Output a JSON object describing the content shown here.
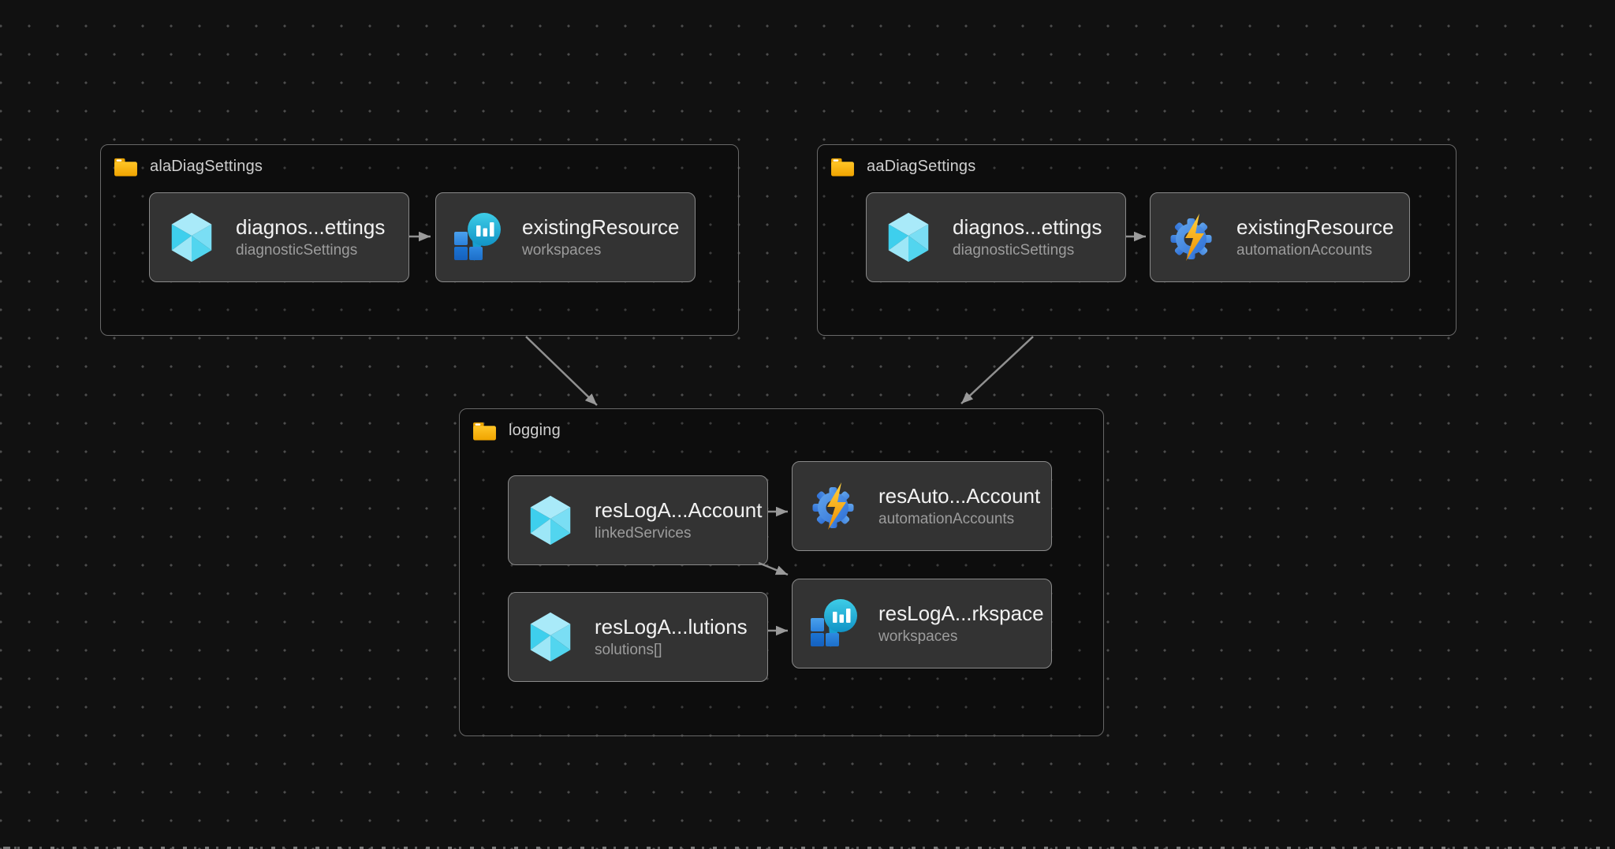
{
  "canvas": {
    "background": "#111111",
    "grid_dot_color": "#4d4d4d",
    "edge_color": "#959595"
  },
  "colors": {
    "group_border": "#686868",
    "group_label": "#cfcfcf",
    "node_background": "#333333",
    "node_border": "#8a8a8a",
    "node_title": "#f2f2f2",
    "node_subtitle": "#9c9c9c",
    "folder_yellow": "#f7b410",
    "cube_cyan": "#55d6f0",
    "workspace_teal": "#29b8dd",
    "square_blue": "#2d88e4",
    "gear_blue": "#3b82dc",
    "bolt_yellow": "#ffc62e"
  },
  "groups": [
    {
      "label": "alaDiagSettings",
      "icon": "folder-icon",
      "nodes": [
        {
          "title": "diagnos...ettings",
          "subtitle": "diagnosticSettings",
          "icon": "resource-cube-icon"
        },
        {
          "title": "existingResource",
          "subtitle": "workspaces",
          "icon": "log-analytics-workspaces-icon"
        }
      ]
    },
    {
      "label": "aaDiagSettings",
      "icon": "folder-icon",
      "nodes": [
        {
          "title": "diagnos...ettings",
          "subtitle": "diagnosticSettings",
          "icon": "resource-cube-icon"
        },
        {
          "title": "existingResource",
          "subtitle": "automationAccounts",
          "icon": "automation-account-icon"
        }
      ]
    },
    {
      "label": "logging",
      "icon": "folder-icon",
      "nodes": [
        {
          "title": "resLogA...Account",
          "subtitle": "linkedServices",
          "icon": "resource-cube-icon"
        },
        {
          "title": "resAuto...Account",
          "subtitle": "automationAccounts",
          "icon": "automation-account-icon"
        },
        {
          "title": "resLogA...lutions",
          "subtitle": "solutions[]",
          "icon": "resource-cube-icon"
        },
        {
          "title": "resLogA...rkspace",
          "subtitle": "workspaces",
          "icon": "log-analytics-workspaces-icon"
        }
      ]
    }
  ],
  "edges": [
    {
      "from": "alaDiagSettings/diagnos...ettings",
      "to": "alaDiagSettings/existingResource"
    },
    {
      "from": "aaDiagSettings/diagnos...ettings",
      "to": "aaDiagSettings/existingResource"
    },
    {
      "from": "alaDiagSettings",
      "to": "logging"
    },
    {
      "from": "aaDiagSettings",
      "to": "logging"
    },
    {
      "from": "logging/resLogA...Account",
      "to": "logging/resAuto...Account"
    },
    {
      "from": "logging/resLogA...Account",
      "to": "logging/resLogA...rkspace"
    },
    {
      "from": "logging/resLogA...lutions",
      "to": "logging/resLogA...rkspace"
    }
  ]
}
